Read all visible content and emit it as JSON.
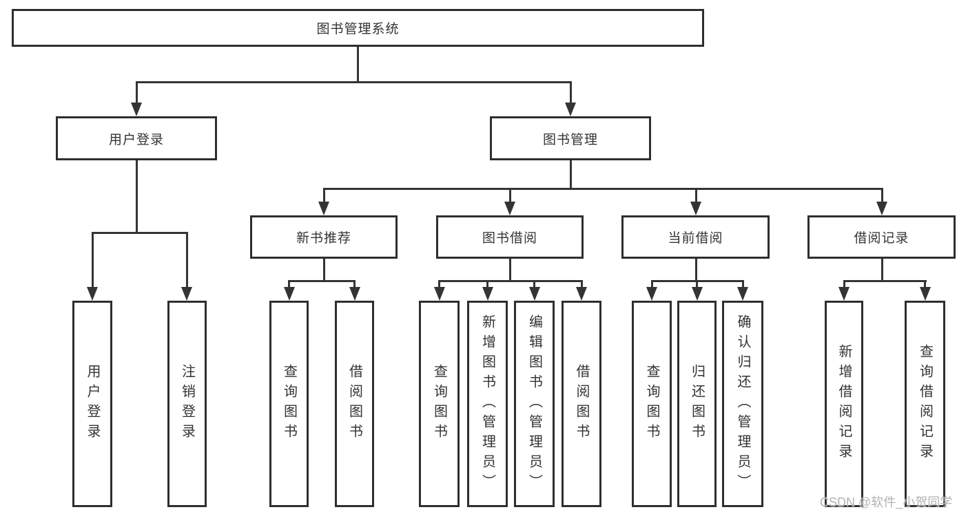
{
  "diagram": {
    "title": "图书管理系统",
    "branches": [
      {
        "label": "用户登录",
        "leaves": [
          "用户登录",
          "注销登录"
        ]
      },
      {
        "label": "图书管理",
        "children": [
          {
            "label": "新书推荐",
            "leaves": [
              "查询图书",
              "借阅图书"
            ]
          },
          {
            "label": "图书借阅",
            "leaves": [
              "查询图书",
              "新增图书（管理员）",
              "编辑图书（管理员）",
              "借阅图书"
            ]
          },
          {
            "label": "当前借阅",
            "leaves": [
              "查询图书",
              "归还图书",
              "确认归还（管理员）"
            ]
          },
          {
            "label": "借阅记录",
            "leaves": [
              "新增借阅记录",
              "查询借阅记录"
            ]
          }
        ]
      }
    ]
  },
  "watermark": {
    "text": "CSDN @软件_小贺同学"
  },
  "colors": {
    "line": "#343434",
    "box_border": "#2e2e2e",
    "text": "#333333",
    "watermark": "#b2b2b2",
    "background": "#ffffff"
  }
}
